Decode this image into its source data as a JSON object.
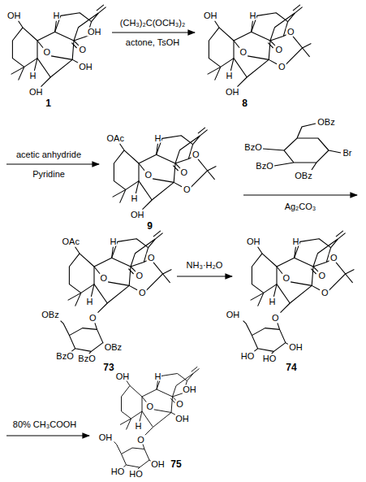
{
  "diagram": {
    "labels": [
      "OH",
      "H",
      "OH",
      "O",
      "O",
      "OH",
      "H",
      "OH",
      "1",
      "(CH₃)₂C(OCH₃)₂",
      "actone, TsOH",
      "OH",
      "H",
      "O",
      "O",
      "O",
      "O",
      "H",
      "OH",
      "8",
      "acetic anhydride",
      "Pyridine",
      "OAc",
      "H",
      "O",
      "O",
      "O",
      "O",
      "H",
      "OH",
      "9",
      "OBz",
      "BzO",
      "BzO",
      "OBz",
      "Br",
      "Ag₂CO₃",
      "OAc",
      "H",
      "O",
      "O",
      "O",
      "O",
      "H",
      "O",
      "OBz",
      "OBz",
      "BzO",
      "BzO",
      "73",
      "NH₃·H₂O",
      "OH",
      "H",
      "O",
      "O",
      "O",
      "O",
      "H",
      "O",
      "OH",
      "OH",
      "HO",
      "HO",
      "74",
      "80% CH₃COOH",
      "OH",
      "H",
      "OH",
      "O",
      "O",
      "OH",
      "H",
      "O",
      "OH",
      "OH",
      "HO",
      "HO",
      "75"
    ]
  }
}
